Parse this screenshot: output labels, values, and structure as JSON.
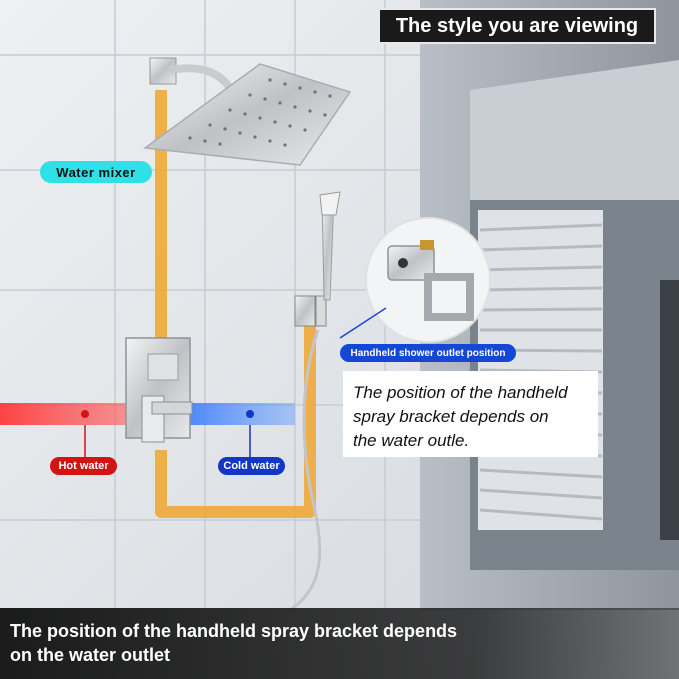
{
  "header": {
    "style_badge": "The style you are viewing"
  },
  "labels": {
    "water_mixer": "Water  mixer",
    "hot_water": "Hot  water",
    "cold_water": "Cold  water",
    "outlet_position": "Handheld shower outlet position"
  },
  "note": {
    "line1": "The position of the handheld",
    "line2": "spray bracket depends on",
    "line3": "the water outle."
  },
  "caption": {
    "line1": "The position of the handheld spray bracket depends",
    "line2": "on the water outlet"
  },
  "colors": {
    "pipe": "#f0a838",
    "hot": "#d21414",
    "cold": "#1335c8",
    "mixer_badge": "#2fe0e6"
  }
}
